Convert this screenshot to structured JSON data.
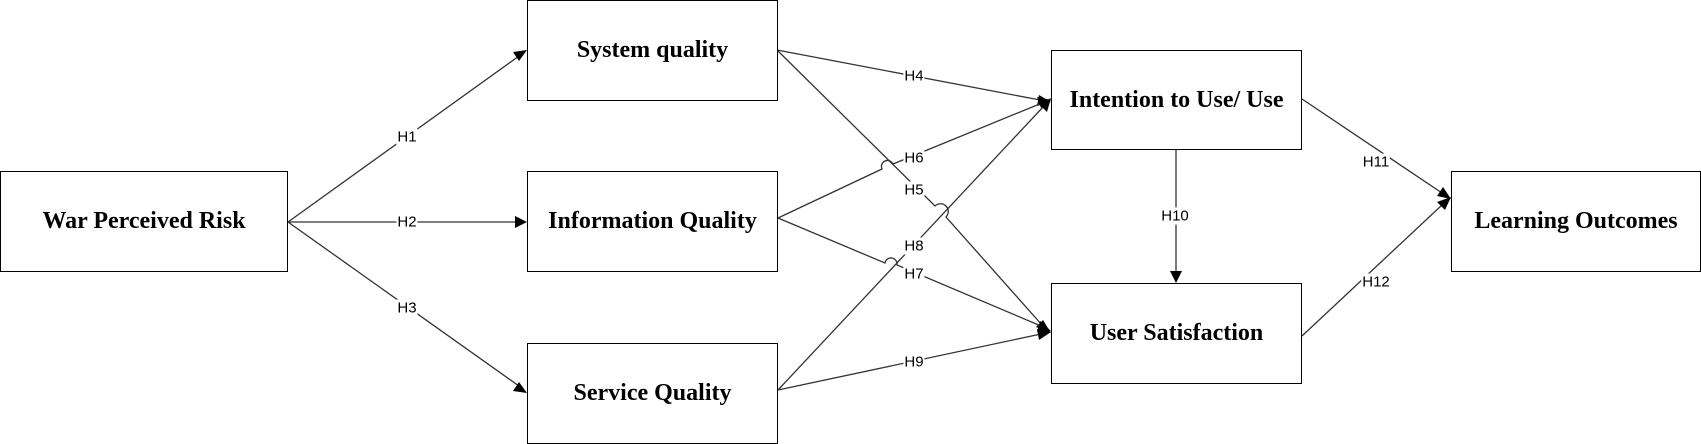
{
  "nodes": {
    "war_risk": "War Perceived Risk",
    "system_quality": "System quality",
    "information_quality": "Information Quality",
    "service_quality": "Service Quality",
    "intention_use": "Intention to Use/ Use",
    "user_satisfaction": "User Satisfaction",
    "learning_outcomes": "Learning Outcomes"
  },
  "hypotheses": {
    "h1": "H1",
    "h2": "H2",
    "h3": "H3",
    "h4": "H4",
    "h5": "H5",
    "h6": "H6",
    "h7": "H7",
    "h8": "H8",
    "h9": "H9",
    "h10": "H10",
    "h11": "H11",
    "h12": "H12"
  }
}
